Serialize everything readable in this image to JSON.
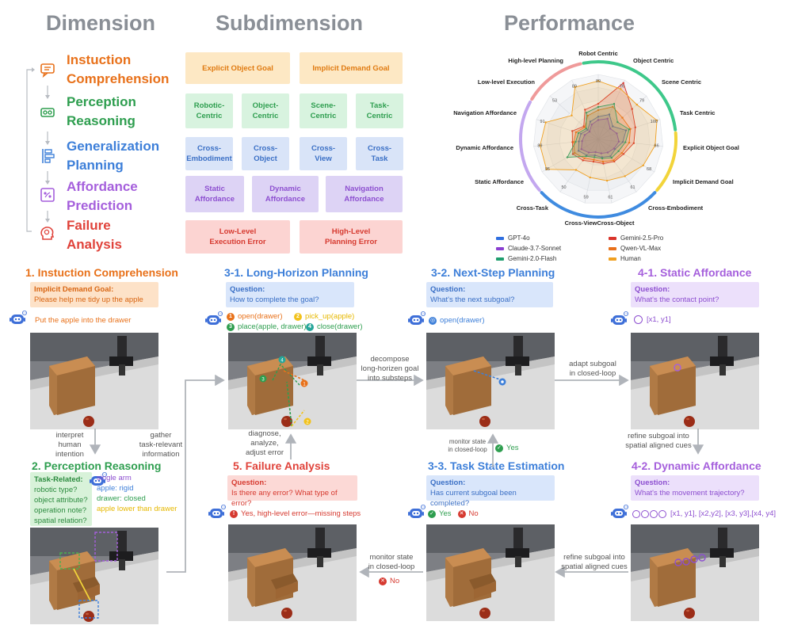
{
  "headers": {
    "dimension": "Dimension",
    "subdimension": "Subdimension",
    "performance": "Performance"
  },
  "dimensions": [
    {
      "line1": "Instuction",
      "line2": "Comprehension",
      "color": "#e8711a"
    },
    {
      "line1": "Perception",
      "line2": "Reasoning",
      "color": "#2e9e4f"
    },
    {
      "line1": "Generalization",
      "line2": "Planning",
      "color": "#3d7fd9"
    },
    {
      "line1": "Affordance",
      "line2": "Prediction",
      "color": "#a55fdc"
    },
    {
      "line1": "Failure",
      "line2": "Analysis",
      "color": "#e0433b"
    }
  ],
  "subdimensions": {
    "instruction": [
      "Explicit Object Goal",
      "Implicit Demand Goal"
    ],
    "perception": [
      "Robotic-\nCentric",
      "Object-\nCentric",
      "Scene-\nCentric",
      "Task-\nCentric"
    ],
    "generalization": [
      "Cross-\nEmbodiment",
      "Cross-\nObject",
      "Cross-\nView",
      "Cross-\nTask"
    ],
    "affordance": [
      "Static\nAffordance",
      "Dynamic\nAffordance",
      "Navigation\nAffordance"
    ],
    "failure": [
      "Low-Level\nExecution Error",
      "High-Level\nPlanning Error"
    ]
  },
  "chart_data": {
    "type": "radar",
    "axes": [
      "Robot Centric",
      "Object Centric",
      "Scene Centric",
      "Task Centric",
      "Explicit Object Goal",
      "Implicit Demand Goal",
      "Cross-Embodiment",
      "Cross-Object",
      "Cross-View",
      "Cross-Task",
      "Static Affordance",
      "Dynamic Affordance",
      "Navigation Affordance",
      "Low-level Execution",
      "High-level Planning"
    ],
    "axis_max": [
      89,
      76,
      79,
      100,
      66,
      68,
      61,
      61,
      59,
      50,
      95,
      89,
      91,
      53,
      89
    ],
    "ring_labels": [
      "89",
      "76",
      "79",
      "100",
      "66",
      "68",
      "61",
      "61",
      "59",
      "50",
      "95",
      "89",
      "91",
      "53",
      "89"
    ],
    "series": [
      {
        "name": "GPT-4o",
        "color": "#2f6fe0",
        "values": [
          0.35,
          0.42,
          0.3,
          0.45,
          0.38,
          0.3,
          0.32,
          0.28,
          0.25,
          0.3,
          0.35,
          0.3,
          0.28,
          0.22,
          0.3
        ]
      },
      {
        "name": "Gemini-2.5-Pro",
        "color": "#d9342b",
        "values": [
          0.55,
          0.95,
          0.7,
          0.6,
          0.55,
          0.45,
          0.42,
          0.38,
          0.35,
          0.4,
          0.45,
          0.4,
          0.42,
          0.3,
          0.5
        ]
      },
      {
        "name": "Claude-3.7-Sonnet",
        "color": "#8a3fd1",
        "values": [
          0.3,
          0.35,
          0.25,
          0.3,
          0.32,
          0.28,
          0.25,
          0.22,
          0.2,
          0.25,
          0.3,
          0.25,
          0.22,
          0.18,
          0.25
        ]
      },
      {
        "name": "Qwen-VL-Max",
        "color": "#e8701a",
        "values": [
          0.45,
          0.55,
          0.5,
          0.52,
          0.48,
          0.42,
          0.4,
          0.35,
          0.32,
          0.36,
          0.42,
          0.38,
          0.36,
          0.28,
          0.4
        ]
      },
      {
        "name": "Gemini-2.0-Flash",
        "color": "#1f9e6e",
        "values": [
          0.5,
          0.6,
          0.4,
          0.5,
          0.42,
          0.36,
          0.35,
          0.3,
          0.28,
          0.32,
          0.55,
          0.35,
          0.32,
          0.25,
          0.45
        ]
      },
      {
        "name": "Human",
        "color": "#f0a020",
        "values": [
          0.9,
          0.85,
          0.8,
          0.95,
          0.88,
          0.8,
          0.7,
          0.65,
          0.6,
          0.58,
          0.92,
          0.9,
          0.85,
          0.55,
          0.88
        ]
      }
    ],
    "group_arcs": [
      {
        "color": "#ef9a9a"
      },
      {
        "color": "#3ec88a"
      },
      {
        "color": "#f2d43a"
      },
      {
        "color": "#3f8be0"
      },
      {
        "color": "#c3a7ef"
      }
    ]
  },
  "sections": {
    "s1": {
      "title": "1. Instuction Comprehension",
      "q_label": "Implicit Demand Goal:",
      "q_text": "Please help me tidy up the apple",
      "answer": "Put the apple into the drawer"
    },
    "s2": {
      "title": "2. Perception Reasoning",
      "task_label": "Task-Related:",
      "task_lines": [
        "robotic type?",
        "object attribute?",
        "operation note?",
        "spatial relation?"
      ],
      "answers": [
        "single arm",
        "apple: rigid",
        "drawer: closed",
        "apple lower than drawer"
      ]
    },
    "s31": {
      "title": "3-1. Long-Horizon Planning",
      "q_label": "Question:",
      "q_text": "How to complete the goal?",
      "steps": [
        "open(drawer)",
        "pick_up(apple)",
        "place(apple, drawer)",
        "close(drawer)"
      ],
      "nums": [
        "1",
        "2",
        "3",
        "4"
      ]
    },
    "s32": {
      "title": "3-2. Next-Step Planning",
      "q_label": "Question:",
      "q_text": "What's the next subgoal?",
      "answer": "open(drawer)"
    },
    "s41": {
      "title": "4-1. Static Affordance",
      "q_label": "Question:",
      "q_text": "What's the contact point?",
      "answer": "[x1, y1]"
    },
    "s5": {
      "title": "5. Failure Analysis",
      "q_label": "Question:",
      "q_text": "Is there any error? What type of error?",
      "answer": "Yes, high-level error—missing steps"
    },
    "s33": {
      "title": "3-3. Task State Estimation",
      "q_label": "Question:",
      "q_text": "Has current subgoal been completed?",
      "yes": "Yes",
      "no": "No"
    },
    "s42": {
      "title": "4-2. Dynamic Affordance",
      "q_label": "Question:",
      "q_text": "What's the movement trajectory?",
      "answer": "[x1, y1], [x2,y2], [x3, y3],[x4, y4]"
    }
  },
  "arrows": {
    "interpret": "interpret\nhuman\nintention",
    "gather": "gather\ntask-relevant\ninformation",
    "decompose": "decompose\nlong-horizen goal\ninto substeps",
    "adapt": "adapt subgoal\nin closed-loop",
    "refine1": "refine subgoal into\nspatial aligned cues",
    "refine2": "refine subgoal into\nspatial aligned cues",
    "monitor1": "monitor state\nin closed-loop",
    "monitor1_yes": "Yes",
    "monitor2": "monitor state\nin closed-loop",
    "monitor2_no": "No",
    "diagnose": "diagnose,\nanalyze,\nadjust error"
  }
}
